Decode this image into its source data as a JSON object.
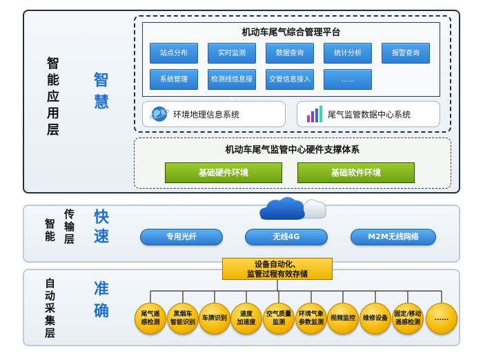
{
  "layers": {
    "application": {
      "label": "智能应用层",
      "tag": "智慧"
    },
    "transport": {
      "label_a": "智能",
      "label_b": "传输层",
      "tag": "快速"
    },
    "collection": {
      "label": "自动采集层",
      "tag": "准确"
    }
  },
  "platform": {
    "title": "机动车尾气综合管理平台",
    "modules": [
      "站点分布",
      "实时监测",
      "数据查询",
      "统计分析",
      "报警查询",
      "系统管理",
      "检测线信息接入",
      "交管信息接入",
      "......"
    ],
    "systems": [
      "环境地理信息系统",
      "尾气监管数据中心系统"
    ]
  },
  "hardware": {
    "title": "机动车尾气监管中心硬件支撑体系",
    "items": [
      "基础硬件环境",
      "基础软件环境"
    ]
  },
  "transport_channels": [
    "专用光纤",
    "无线4G",
    "M2M无线网络"
  ],
  "collection": {
    "hub_line1": "设备自动化、",
    "hub_line2": "监管过程有效存储",
    "devices": [
      {
        "l1": "尾气遥",
        "l2": "感检测"
      },
      {
        "l1": "黑烟车",
        "l2": "智能识别"
      },
      {
        "l1": "车牌识别",
        "l2": ""
      },
      {
        "l1": "速度",
        "l2": "加速度"
      },
      {
        "l1": "空气质量",
        "l2": "监测"
      },
      {
        "l1": "环境气象",
        "l2": "参数监测"
      },
      {
        "l1": "视频监控",
        "l2": ""
      },
      {
        "l1": "维修设备",
        "l2": ""
      },
      {
        "l1": "固定/移动",
        "l2": "遥感检测"
      },
      {
        "l1": "......",
        "l2": ""
      }
    ]
  }
}
